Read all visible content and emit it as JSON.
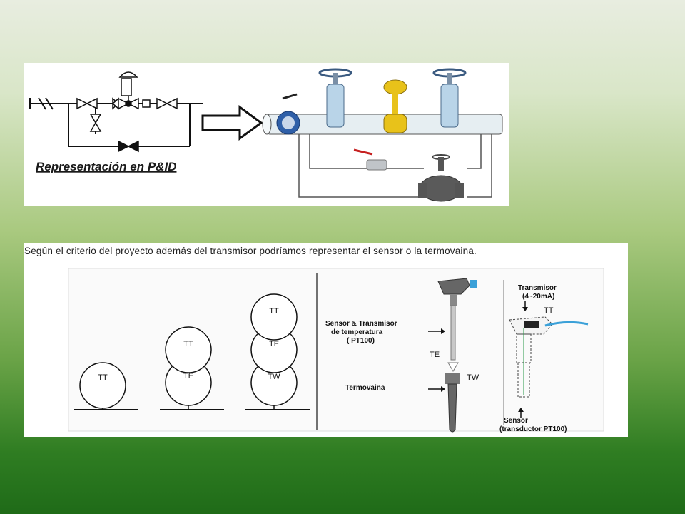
{
  "top_panel": {
    "pid_caption": "Representación en P&ID"
  },
  "bottom_panel": {
    "caption": "Según el criterio del proyecto además del transmisor podríamos representar el sensor o la termovaina.",
    "bubbles": {
      "col1": [
        "TT"
      ],
      "col2": [
        "TT",
        "TE"
      ],
      "col3": [
        "TT",
        "TE",
        "TW"
      ]
    },
    "sensor_diagram": {
      "sensor_label_line1": "Sensor & Transmisor",
      "sensor_label_line2": "de temperatura",
      "sensor_label_line3": "( PT100)",
      "te_tag": "TE",
      "tw_tag": "TW",
      "thermowell_label": "Termovaina"
    },
    "transmitter_diagram": {
      "transmitter_line1": "Transmisor",
      "transmitter_line2": "(4~20mA)",
      "tt_tag": "TT",
      "sensor_line1": "Sensor",
      "sensor_line2": "(transductor PT100)"
    }
  },
  "colors": {
    "pipe": "#d8e8f0",
    "valve_blue": "#2f5fa8",
    "valve_yellow": "#e8c21a",
    "handwheel": "#3a5a80",
    "cable_blue": "#3aa0d8"
  }
}
